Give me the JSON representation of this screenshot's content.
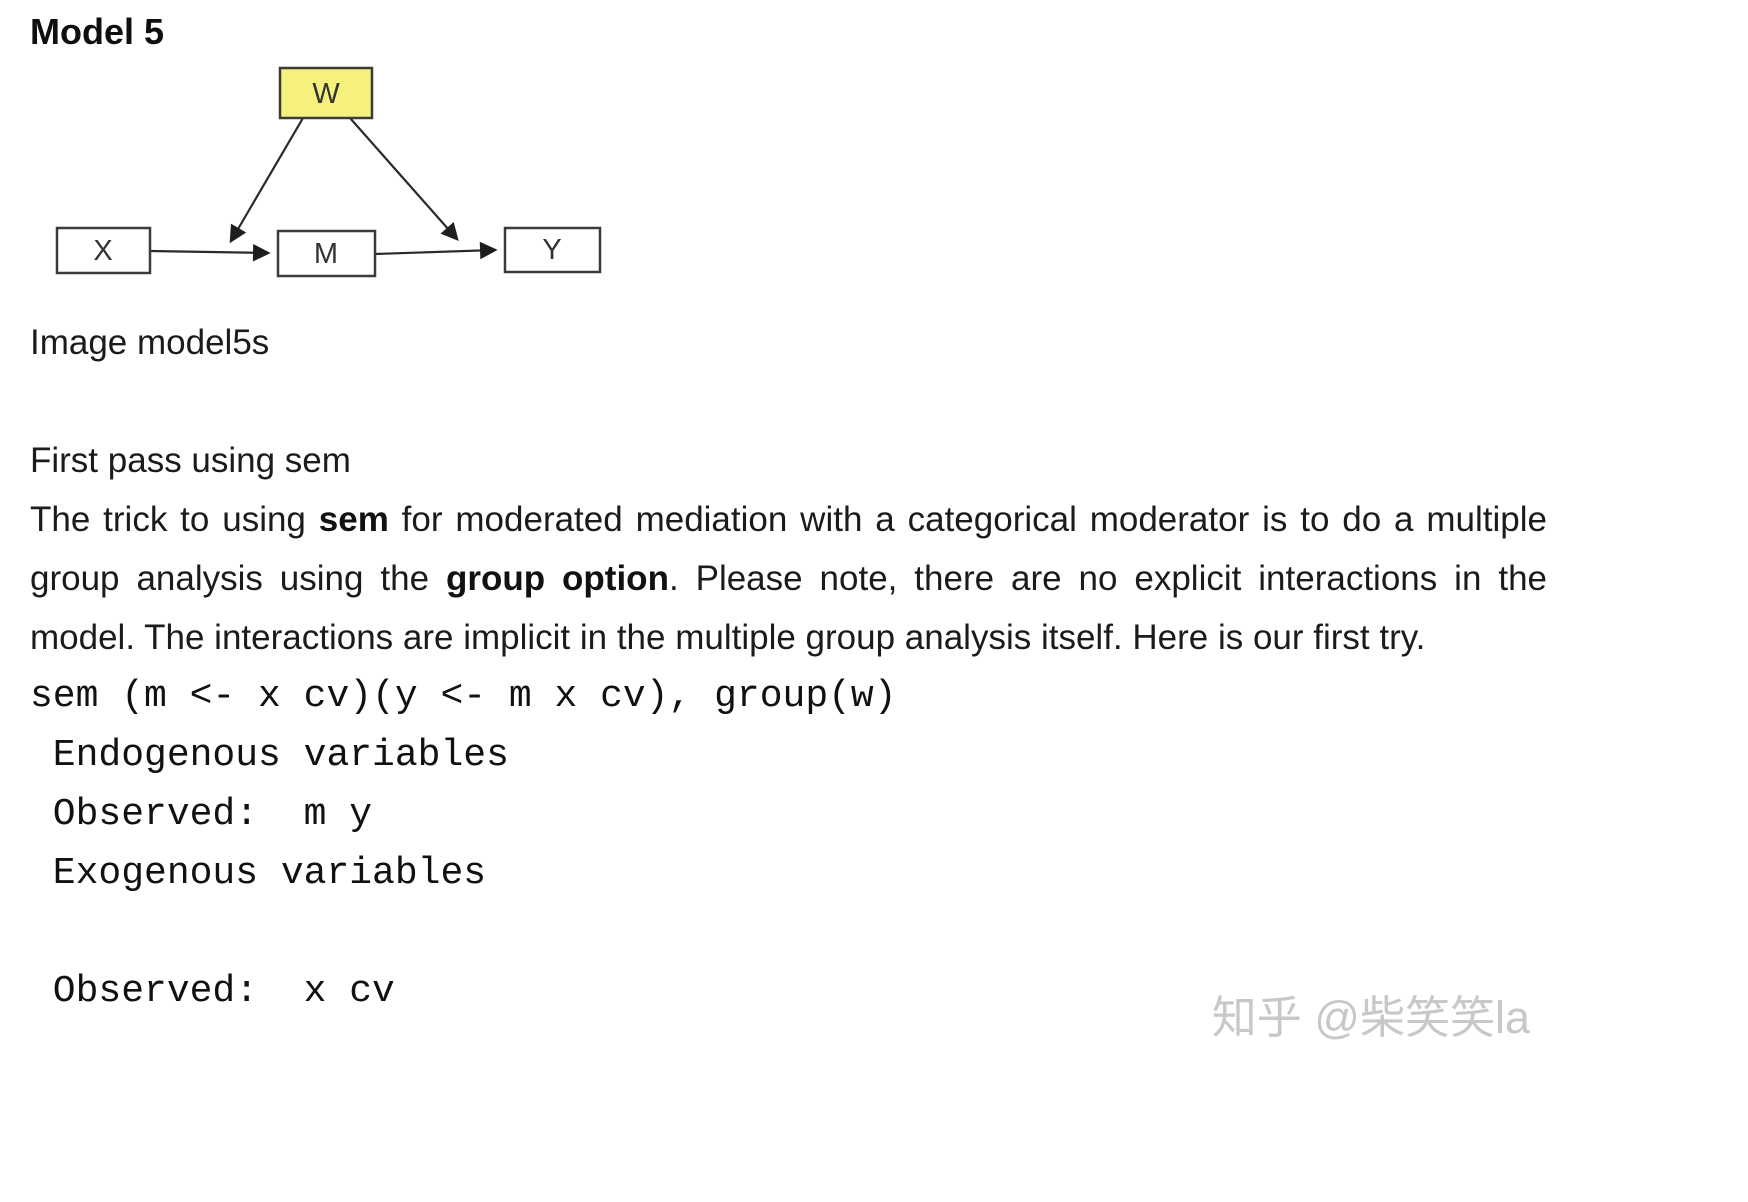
{
  "header": {
    "title": "Model 5"
  },
  "diagram": {
    "caption": "Image model5s",
    "w_fill": "#f5f17c",
    "nodes": {
      "w": "W",
      "x": "X",
      "m": "M",
      "y": "Y"
    }
  },
  "article": {
    "subtitle": "First pass using sem",
    "paragraph": {
      "seg1": "The trick to using ",
      "seg2_bold": "sem",
      "seg3": " for moderated mediation with a categorical moderator is to do a multiple group analysis using the ",
      "seg4_bold": "group option",
      "seg5": ". Please note, there are no explicit interactions in the model. The interactions are implicit in the multiple group analysis itself. Here is our first try."
    },
    "code_lines": [
      "sem (m <- x cv)(y <- m x cv), group(w)",
      " Endogenous variables",
      " Observed:  m y",
      " Exogenous variables",
      "",
      " Observed:  x cv"
    ]
  },
  "watermark": {
    "text": "知乎 @柴笑笑la"
  }
}
